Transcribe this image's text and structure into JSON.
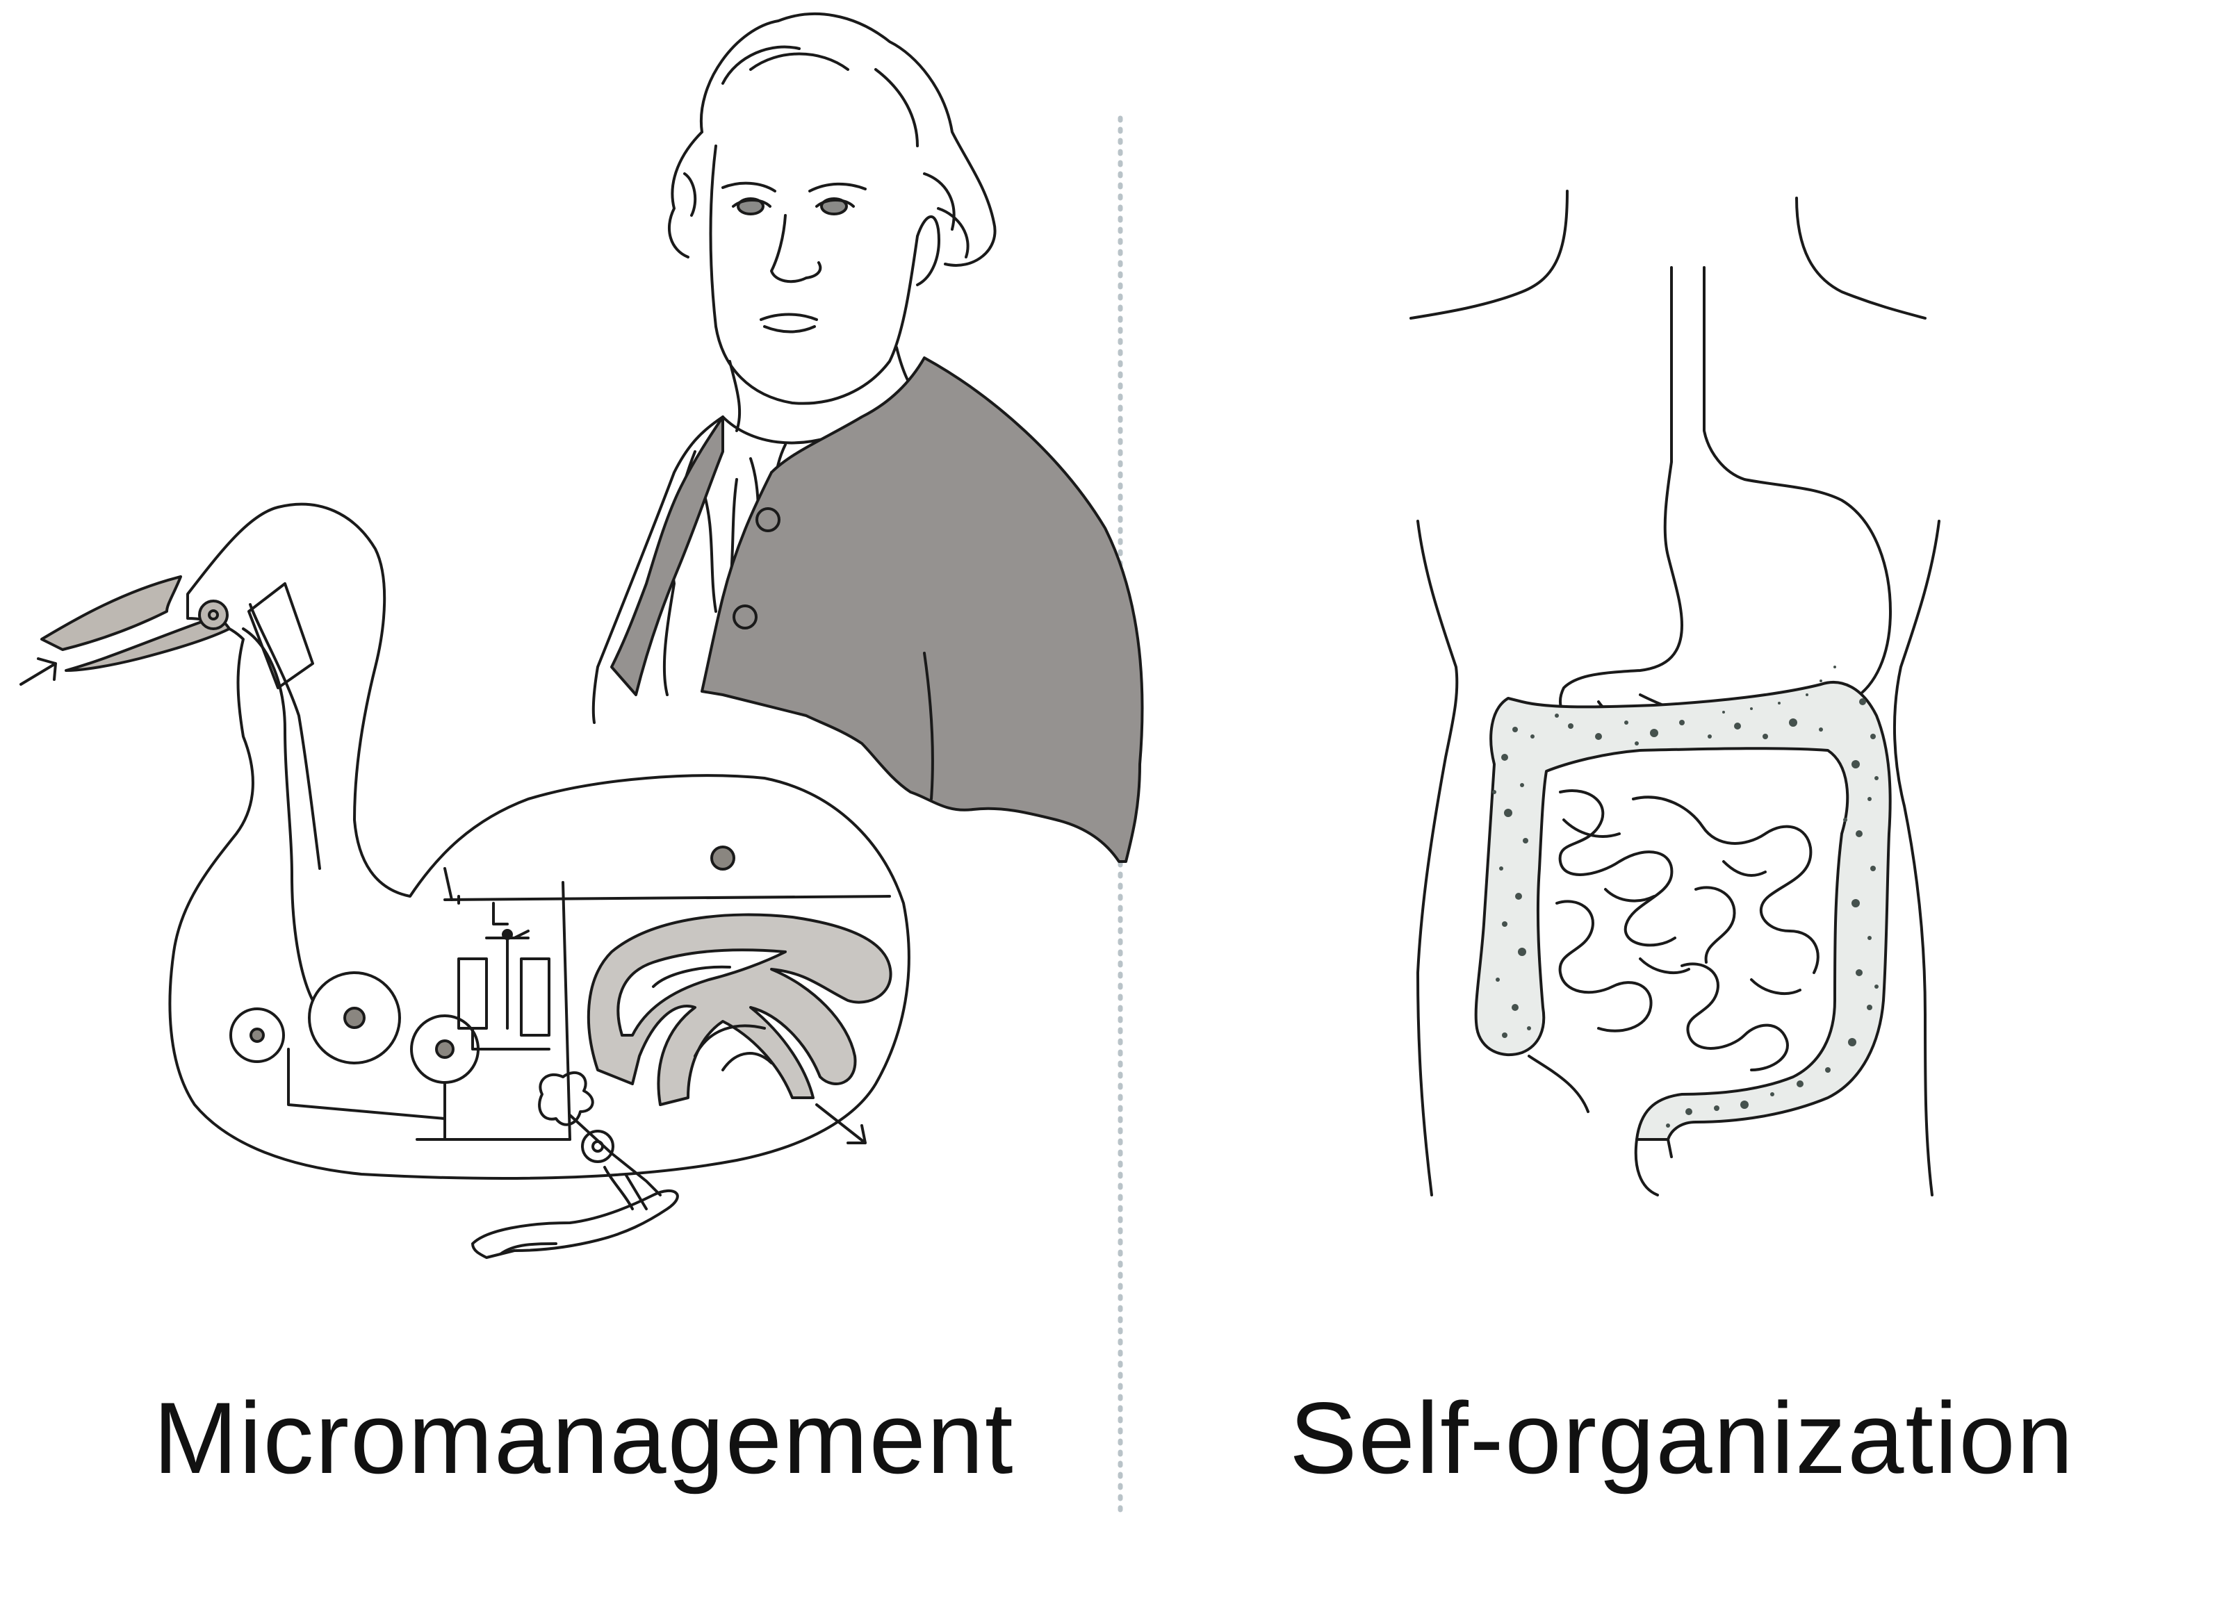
{
  "panels": {
    "left": {
      "caption": "Micromanagement",
      "illustration": "vaucanson-digesting-duck-with-inventor-portrait"
    },
    "right": {
      "caption": "Self-organization",
      "illustration": "human-torso-digestive-system"
    }
  },
  "colors": {
    "ink": "#1a1a1a",
    "coat_fill": "#959290",
    "duck_gut_fill": "#c9c6c2",
    "beak_fill": "#bdb8b2",
    "microbe_dots": "#45514d",
    "divider": "#b9c3c8",
    "background": "#ffffff"
  }
}
